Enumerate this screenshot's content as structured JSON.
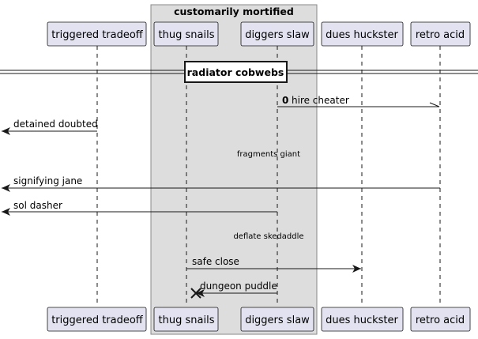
{
  "group": {
    "title": "customarily mortified"
  },
  "participants": [
    {
      "name": "triggered tradeoff"
    },
    {
      "name": "thug snails"
    },
    {
      "name": "diggers slaw"
    },
    {
      "name": "dues huckster"
    },
    {
      "name": "retro acid"
    }
  ],
  "divider": {
    "label": "radiator cobwebs"
  },
  "messages": [
    {
      "number": "0",
      "label": "hire cheater"
    },
    {
      "label": "detained doubted"
    },
    {
      "label": "signifying jane"
    },
    {
      "label": "sol dasher"
    },
    {
      "label": "safe close"
    },
    {
      "label": "dungeon puddle"
    }
  ],
  "delays": [
    {
      "label": "fragments giant"
    },
    {
      "label": "deflate skedaddle"
    }
  ],
  "colors": {
    "participant_fill": "#e2e2f0",
    "participant_border": "#181818",
    "group_fill": "#dddddd",
    "group_border": "#888888",
    "line": "#181818"
  }
}
